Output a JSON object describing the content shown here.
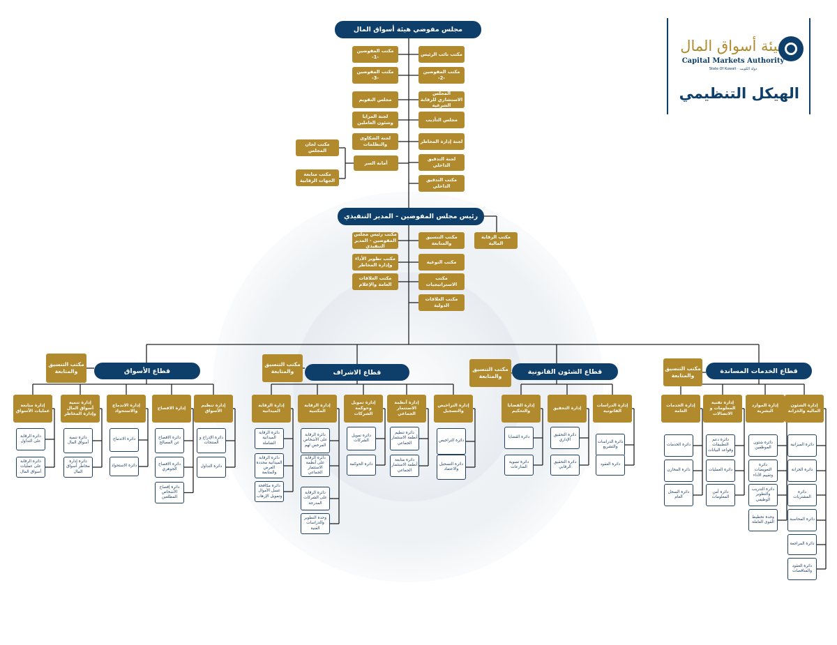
{
  "org": {
    "heading": "الهيكل التنظيمي",
    "logo_ar": "هيئة أسواق المال",
    "logo_en": "Capital Markets Authority",
    "logo_sub": "State Of Kuwait · دولة الكويت",
    "board": "مجلس مفوضي هيئة أسواق المال",
    "board_left": [
      "مكتب المفوضين -1-",
      "مكتب المفوضين -3-",
      "مجلس التقويم",
      "لجنة المزايا وشئون العاملين",
      "لجنة الشكاوى والتظلمات"
    ],
    "board_right": [
      "مكتب نائب الرئيس",
      "مكتب المفوضين -2-",
      "المجلس الاستشاري للرقابة الشرعية",
      "مجلس التأديب",
      "لجنة إدارة المخاطر",
      "لجنة التدقيق الداخلي",
      "مكتب التدقيق الداخلي"
    ],
    "secretariat": "أمانة السر",
    "committees_office": "مكتب لجان المجلس",
    "regulators_office": "مكتب متابعة الجهات الرقابية",
    "chairman": "رئيس مجلس المفوضين - المدير التنفيذي",
    "financial_control": "مكتب الرقابة المالية",
    "chair_left": [
      "مكتب رئيس مجلس المفوضين - المدير التنفيذي",
      "مكتب تطوير الأداء وإدارة المخاطر",
      "مكتب العلاقات العامة والإعلام"
    ],
    "chair_right": [
      "مكتب التنسيق والمتابعة",
      "مكتب التوعية",
      "مكتب الاستراتيجيات",
      "مكتب العلاقات الدولية"
    ],
    "coordination_label": "مكتب التنسيق والمتابعة",
    "sectors": [
      {
        "name": "قطاع الأسواق",
        "departments": [
          {
            "name": "إدارة تنظيم الأسواق",
            "units": [
              "دائرة الإدراج و المنتجات",
              "دائرة التداول"
            ]
          },
          {
            "name": "إدارة الافصاح",
            "units": [
              "دائرة الافصاح عن المصالح",
              "دائرة الافصاح الجوهري",
              "دائرة إفصاح الأشخاص المطلعين"
            ]
          },
          {
            "name": "إدارة الاندماج والاستحواذ",
            "units": [
              "دائرة الاندماج",
              "دائرة الاستحواذ"
            ]
          },
          {
            "name": "إدارة تنمية أسواق المال وإدارة المخاطر",
            "units": [
              "دائرة تنمية أسواق المال",
              "دائرة إدارة مخاطر أسواق المال"
            ]
          },
          {
            "name": "إدارة متابعة عمليات الأسواق",
            "units": [
              "دائرة الرقابة على التداول",
              "دائرة الرقابة على عمليات أسواق المال"
            ]
          }
        ]
      },
      {
        "name": "قطاع الاشراف",
        "departments": [
          {
            "name": "إدارة التراخيص والتسجيل",
            "units": [
              "دائرة التراخيص",
              "دائرة التسجيل والاعتماد"
            ]
          },
          {
            "name": "إدارة أنظمة الاستثمار الجماعي",
            "units": [
              "دائرة تنظيم أنظمة الاستثمار الجماعي",
              "دائرة متابعة أنظمة الاستثمار الجماعي"
            ]
          },
          {
            "name": "إدارة تمويل وحوكمة الشركات",
            "units": [
              "دائرة تمويل الشركات",
              "دائرة الحوكمة"
            ]
          },
          {
            "name": "إدارة الرقابة المكتبية",
            "units": [
              "دائرة الرقابة على الأشخاص المرخص لهم",
              "دائرة الرقابة على أنظمة الاستثمار الجماعي",
              "دائرة الرقابة على الشركات المدرجة",
              "وحدة التطوير والدراسات الفنية"
            ]
          },
          {
            "name": "إدارة الرقابة الميدانية",
            "units": [
              "دائرة الرقابة الميدانية الشاملة",
              "دائرة الرقابة الميدانية محددة الغرض والمتابعة",
              "دائرة مكافحة غسل الأموال وتمويل الإرهاب"
            ]
          }
        ]
      },
      {
        "name": "قطاع الشئون القانونية",
        "departments": [
          {
            "name": "إدارة الدراسات القانونية",
            "units": [
              "دائرة الدراسات والتشريع",
              "دائرة العقود"
            ]
          },
          {
            "name": "إدارة التحقيق",
            "units": [
              "دائرة التحقيق الإداري",
              "دائرة التحقيق الرقابي"
            ]
          },
          {
            "name": "إدارة القضايا والتحكيم",
            "units": [
              "دائرة القضايا",
              "دائرة تسوية المنازعات"
            ]
          }
        ]
      },
      {
        "name": "قطاع الخدمات المساندة",
        "departments": [
          {
            "name": "إدارة الشئون المالية والخزانة",
            "units": [
              "دائرة الميزانية",
              "دائرة الخزانة",
              "دائرة المشتريات",
              "دائرة المحاسبة",
              "دائرة المراجعة",
              "دائرة العقود والمناقصات"
            ]
          },
          {
            "name": "إدارة الموارد البشرية",
            "units": [
              "دائرة شئون الموظفين",
              "دائرة التعويضات وتقييم الأداء",
              "دائرة التدريب والتطوير الوظيفي",
              "وحدة تخطيط القوى العاملة"
            ]
          },
          {
            "name": "إدارة تقنية المعلومات و الاتصالات",
            "units": [
              "دائرة دعم التطبيقات وقواعد البيانات",
              "دائرة العمليات",
              "دائرة أمن المعلومات"
            ]
          },
          {
            "name": "إدارة الخدمات العامة",
            "units": [
              "دائرة الخدمات",
              "دائرة المخازن",
              "دائرة السجل العام"
            ]
          }
        ]
      }
    ]
  }
}
